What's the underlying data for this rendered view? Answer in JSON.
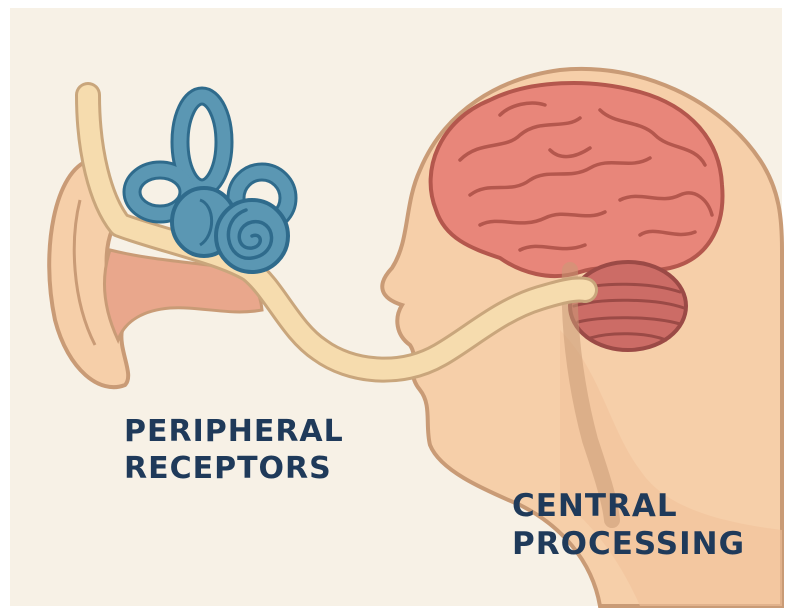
{
  "labels": {
    "peripheral": {
      "line1": "PERIPHERAL",
      "line2": "RECEPTORS"
    },
    "central": {
      "line1": "CENTRAL",
      "line2": "PROCESSING"
    }
  },
  "colors": {
    "background": "#f7f1e6",
    "skin": "#f6cfa9",
    "skin_outline": "#c99b76",
    "ear_inner": "#e9a78c",
    "nerve": "#f6dcae",
    "nerve_outline": "#c9a67c",
    "cochlea": "#5b97b3",
    "cochlea_outline": "#2f6b8c",
    "brain": "#e8867a",
    "brain_outline": "#b4574d",
    "cerebellum": "#cc6c66",
    "text": "#1f3a5a"
  },
  "icons": [
    "ear-illustration",
    "cochlea-icon",
    "brain-icon",
    "cerebellum-icon",
    "head-silhouette"
  ]
}
